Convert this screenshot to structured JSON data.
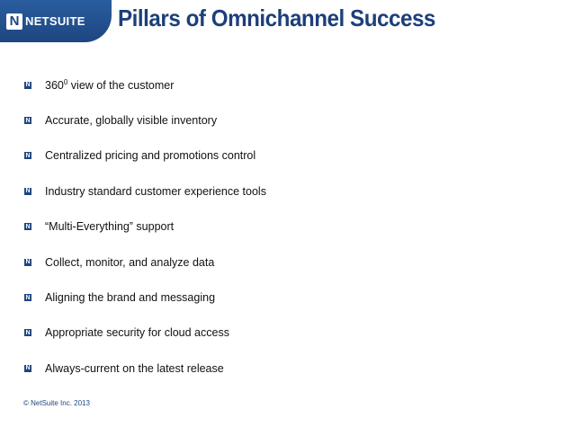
{
  "logo": {
    "mark": "N",
    "text": "NETSUITE"
  },
  "title": "Pillars of Omnichannel Success",
  "bullets": [
    {
      "pre": "360",
      "sup": "0",
      "post": " view of the customer"
    },
    {
      "text": "Accurate, globally visible inventory"
    },
    {
      "text": "Centralized pricing and promotions control"
    },
    {
      "text": "Industry standard customer experience tools"
    },
    {
      "text": "“Multi-Everything” support"
    },
    {
      "text": "Collect, monitor, and analyze data"
    },
    {
      "text": "Aligning the brand and messaging"
    },
    {
      "text": "Appropriate security for cloud access"
    },
    {
      "text": "Always-current on the latest release"
    }
  ],
  "bullet_icon_glyph": "N",
  "footer": "© NetSuite Inc. 2013",
  "colors": {
    "brand_blue": "#1d4680",
    "title_blue": "#1d3f7a"
  }
}
